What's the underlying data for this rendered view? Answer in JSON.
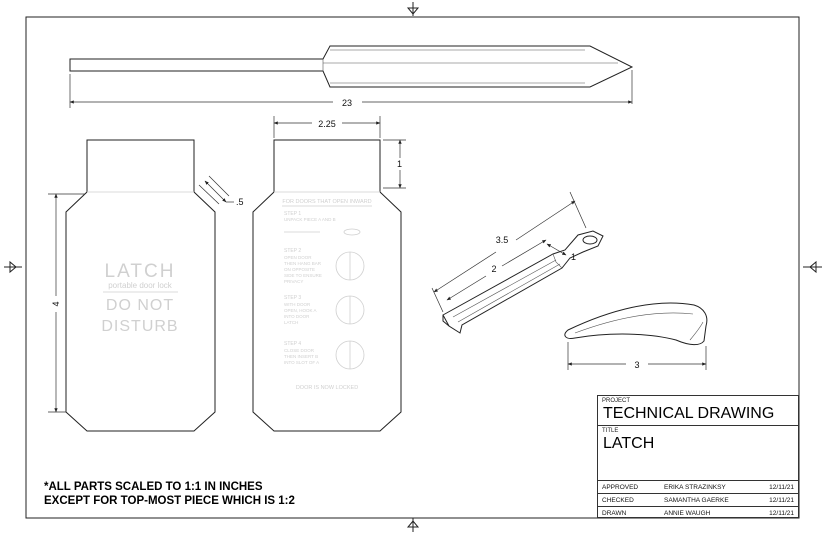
{
  "dimensions": {
    "blade_length": "23",
    "top_width": "2.25",
    "neck_height": "1",
    "chamfer": ".5",
    "body_height": "4",
    "latch_long": "3.5",
    "latch_short": "2",
    "latch_tip": "1",
    "wedge_length": "3"
  },
  "front_panel": {
    "brand": "LATCH",
    "tagline": "portable door lock",
    "sign_line1": "DO NOT",
    "sign_line2": "DISTURB"
  },
  "back_panel": {
    "header": "FOR DOORS THAT OPEN INWARD",
    "steps": [
      {
        "title": "STEP 1",
        "lines": [
          "UNPACK PIECE A AND B"
        ]
      },
      {
        "title": "STEP 2",
        "lines": [
          "OPEN DOOR",
          "THEN HANG BAR",
          "ON OPPOSITE",
          "SIDE TO ENSURE",
          "PRIVACY"
        ]
      },
      {
        "title": "STEP 3",
        "lines": [
          "WITH DOOR",
          "OPEN, HOOK A",
          "INTO DOOR",
          "LATCH"
        ]
      },
      {
        "title": "STEP 4",
        "lines": [
          "CLOSE DOOR",
          "THEN INSERT B",
          "INTO SLOT OF A"
        ]
      }
    ],
    "footer": "DOOR IS NOW LOCKED"
  },
  "notes": {
    "line1": "*ALL PARTS SCALED TO 1:1 IN INCHES",
    "line2": "EXCEPT FOR TOP-MOST PIECE WHICH IS 1:2"
  },
  "title_block": {
    "project_label": "PROJECT",
    "project": "TECHNICAL DRAWING",
    "title_label": "TITLE",
    "title": "LATCH",
    "rows": [
      {
        "role": "APPROVED",
        "name": "ERIKA STRAZINKSY",
        "date": "12/11/21"
      },
      {
        "role": "CHECKED",
        "name": "SAMANTHA GAERKE",
        "date": "12/11/21"
      },
      {
        "role": "DRAWN",
        "name": "ANNIE WAUGH",
        "date": "12/11/21"
      }
    ]
  }
}
